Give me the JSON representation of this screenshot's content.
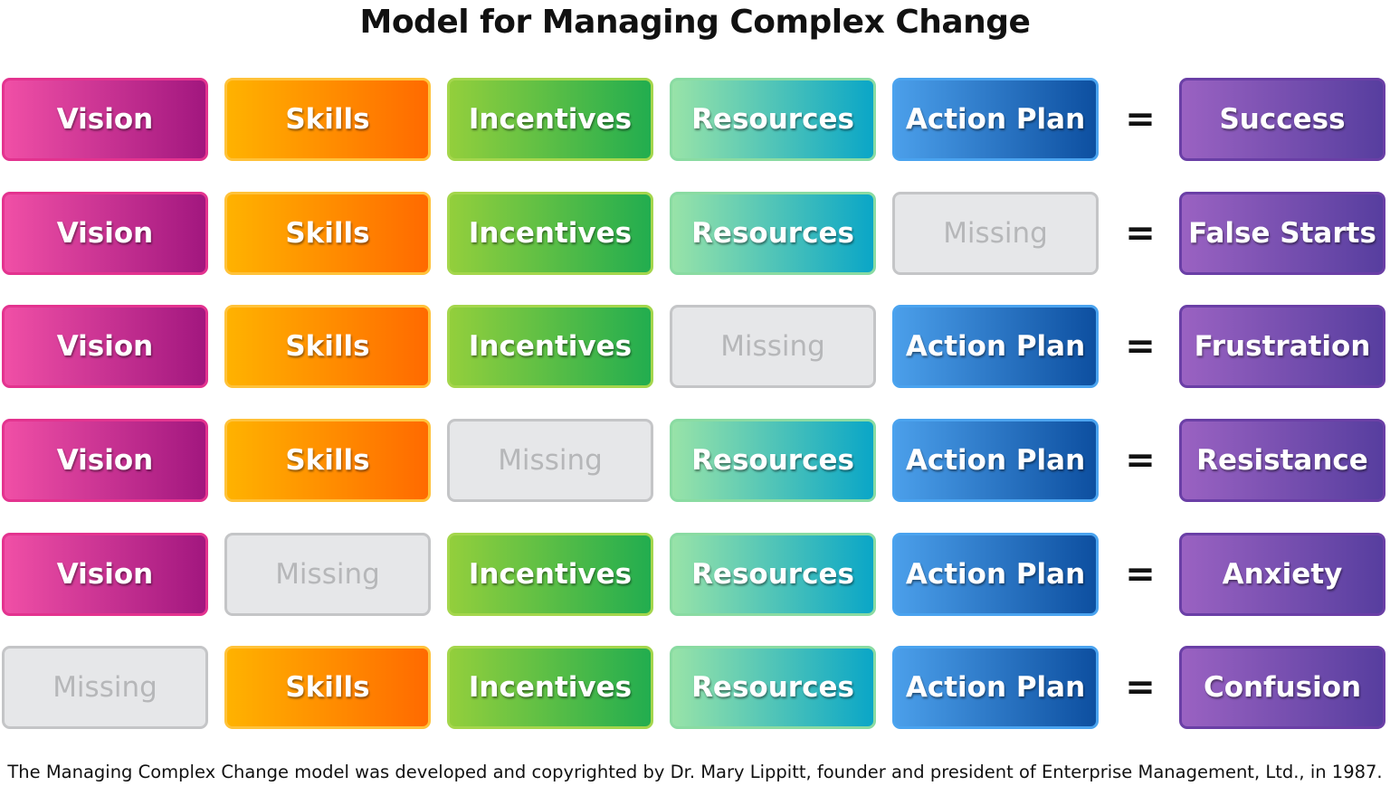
{
  "title": "Model for Managing Complex Change",
  "equals_sign": "=",
  "footnote": "The Managing Complex Change model was developed and copyrighted by Dr. Mary Lippitt, founder and president of Enterprise Management, Ltd., in 1987.",
  "components": [
    "Vision",
    "Skills",
    "Incentives",
    "Resources",
    "Action Plan"
  ],
  "missing_label": "Missing",
  "colors": {
    "vision": "#d12e93",
    "skills": "#ff8a00",
    "incentives": "#3db649",
    "resources": "#2ab7c4",
    "action_plan": "#1f6fc6",
    "result": "#7650b0",
    "missing": "#e6e7e9"
  },
  "rows": [
    {
      "cells": [
        "Vision",
        "Skills",
        "Incentives",
        "Resources",
        "Action Plan"
      ],
      "missing_index": null,
      "result": "Success"
    },
    {
      "cells": [
        "Vision",
        "Skills",
        "Incentives",
        "Resources",
        "Missing"
      ],
      "missing_index": 4,
      "result": "False Starts"
    },
    {
      "cells": [
        "Vision",
        "Skills",
        "Incentives",
        "Missing",
        "Action Plan"
      ],
      "missing_index": 3,
      "result": "Frustration"
    },
    {
      "cells": [
        "Vision",
        "Skills",
        "Missing",
        "Resources",
        "Action Plan"
      ],
      "missing_index": 2,
      "result": "Resistance"
    },
    {
      "cells": [
        "Vision",
        "Missing",
        "Incentives",
        "Resources",
        "Action Plan"
      ],
      "missing_index": 1,
      "result": "Anxiety"
    },
    {
      "cells": [
        "Missing",
        "Skills",
        "Incentives",
        "Resources",
        "Action Plan"
      ],
      "missing_index": 0,
      "result": "Confusion"
    }
  ]
}
